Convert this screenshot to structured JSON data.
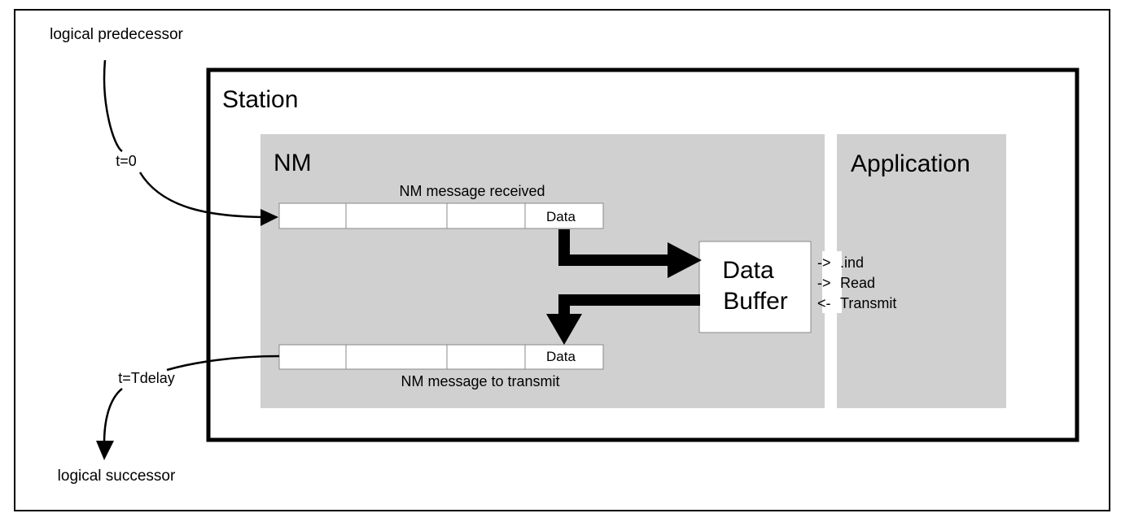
{
  "labels": {
    "predecessor": "logical predecessor",
    "successor": "logical successor",
    "t_zero": "t=0",
    "t_delay": "t=Tdelay",
    "station": "Station",
    "nm": "NM",
    "application": "Application",
    "msg_received": "NM message received",
    "msg_transmit": "NM message to transmit",
    "data_received_cell": "Data",
    "data_transmit_cell": "Data",
    "buffer_line1": "Data",
    "buffer_line2": "Buffer",
    "api": [
      ".ind",
      "Read",
      "Transmit"
    ],
    "api_arrows": [
      "->",
      "->",
      "<-"
    ]
  },
  "colors": {
    "panel_fill": "#d0d0d0",
    "line": "#000000",
    "background": "#ffffff"
  }
}
